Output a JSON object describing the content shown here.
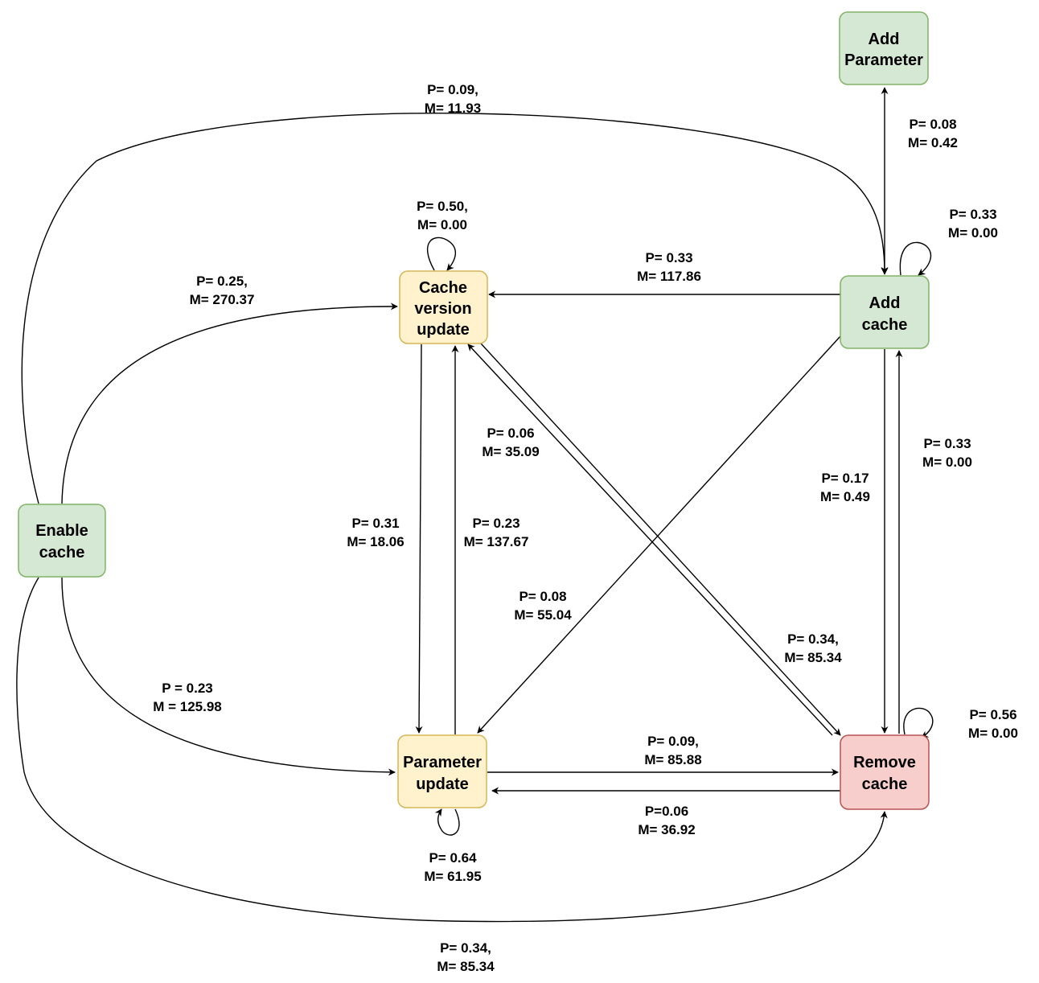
{
  "colors": {
    "green_fill": "#d5e8d4",
    "green_stroke": "#82b366",
    "yellow_fill": "#fff2cc",
    "yellow_stroke": "#d6b656",
    "red_fill": "#f8cecc",
    "red_stroke": "#b85450"
  },
  "nodes": {
    "add_parameter": [
      "Add",
      "Parameter"
    ],
    "add_cache": [
      "Add",
      "cache"
    ],
    "cache_version_update": [
      "Cache",
      "version",
      "update"
    ],
    "enable_cache": [
      "Enable",
      "cache"
    ],
    "parameter_update": [
      "Parameter",
      "update"
    ],
    "remove_cache": [
      "Remove",
      "cache"
    ]
  },
  "edges": {
    "enable_to_add_cache": [
      "P= 0.09,",
      "M= 11.93"
    ],
    "add_param_add_cache": [
      "P= 0.08",
      "M= 0.42"
    ],
    "cvu_self": [
      "P= 0.50,",
      "M= 0.00"
    ],
    "add_cache_self": [
      "P= 0.33",
      "M= 0.00"
    ],
    "enable_to_cvu": [
      "P= 0.25,",
      "M= 270.37"
    ],
    "add_cache_to_cvu": [
      "P= 0.33",
      "M= 117.86"
    ],
    "cvu_to_remove": [
      "P= 0.06",
      "M= 35.09"
    ],
    "remove_to_add_cache": [
      "P= 0.33",
      "M= 0.00"
    ],
    "add_cache_to_remove": [
      "P= 0.17",
      "M= 0.49"
    ],
    "cvu_to_param": [
      "P= 0.31",
      "M= 18.06"
    ],
    "param_to_cvu": [
      "P= 0.23",
      "M= 137.67"
    ],
    "add_cache_to_param": [
      "P= 0.08",
      "M= 55.04"
    ],
    "remove_to_cvu": [
      "P= 0.34,",
      "M= 85.34"
    ],
    "enable_to_param": [
      "P = 0.23",
      "M = 125.98"
    ],
    "param_to_remove": [
      "P= 0.09,",
      "M= 85.88"
    ],
    "remove_self": [
      "P= 0.56",
      "M= 0.00"
    ],
    "remove_to_param": [
      "P=0.06",
      "M= 36.92"
    ],
    "param_self": [
      "P= 0.64",
      "M= 61.95"
    ],
    "enable_to_remove": [
      "P= 0.34,",
      "M= 85.34"
    ]
  }
}
